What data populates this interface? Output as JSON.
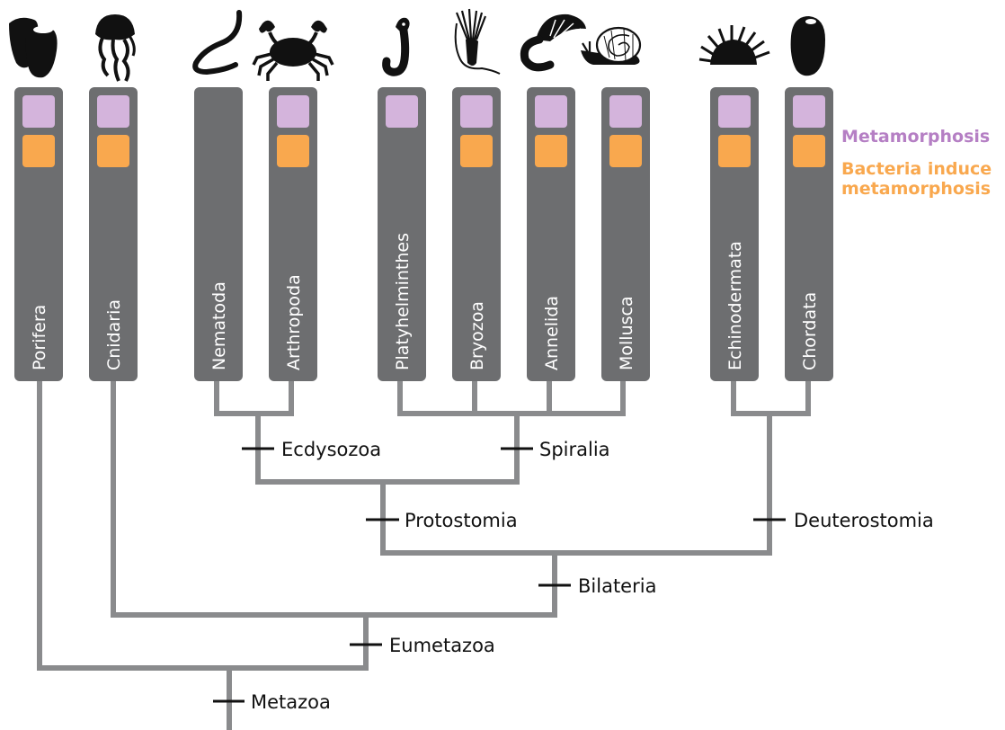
{
  "colors": {
    "phylum_bar": "#6d6e70",
    "metamorphosis": "#d4b4dc",
    "bacteria": "#f9a84e",
    "metamorphosis_text": "#b57fc4",
    "bacteria_text": "#f9a84e",
    "line": "#8a8b8d",
    "silhouette": "#111111"
  },
  "legend": {
    "metamorphosis": "Metamorphosis",
    "bacteria": "Bacteria induce metamorphosis"
  },
  "phyla": [
    {
      "name": "Porifera",
      "icon": "sponge-icon",
      "metamorphosis": true,
      "bacteria": true
    },
    {
      "name": "Cnidaria",
      "icon": "jellyfish-icon",
      "metamorphosis": true,
      "bacteria": true
    },
    {
      "name": "Nematoda",
      "icon": "worm-icon",
      "metamorphosis": false,
      "bacteria": false
    },
    {
      "name": "Arthropoda",
      "icon": "crab-icon",
      "metamorphosis": true,
      "bacteria": true
    },
    {
      "name": "Platyhelminthes",
      "icon": "flatworm-icon",
      "metamorphosis": true,
      "bacteria": false
    },
    {
      "name": "Bryozoa",
      "icon": "bryozoan-icon",
      "metamorphosis": true,
      "bacteria": true
    },
    {
      "name": "Annelida",
      "icon": "tubeworm-icon",
      "metamorphosis": true,
      "bacteria": true
    },
    {
      "name": "Mollusca",
      "icon": "snail-icon",
      "metamorphosis": true,
      "bacteria": true
    },
    {
      "name": "Echinodermata",
      "icon": "sea-urchin-icon",
      "metamorphosis": true,
      "bacteria": true
    },
    {
      "name": "Chordata",
      "icon": "tunicate-icon",
      "metamorphosis": true,
      "bacteria": true
    }
  ],
  "clades": {
    "metazoa": "Metazoa",
    "eumetazoa": "Eumetazoa",
    "bilateria": "Bilateria",
    "protostomia": "Protostomia",
    "deuterostomia": "Deuterostomia",
    "ecdysozoa": "Ecdysozoa",
    "spiralia": "Spiralia"
  }
}
